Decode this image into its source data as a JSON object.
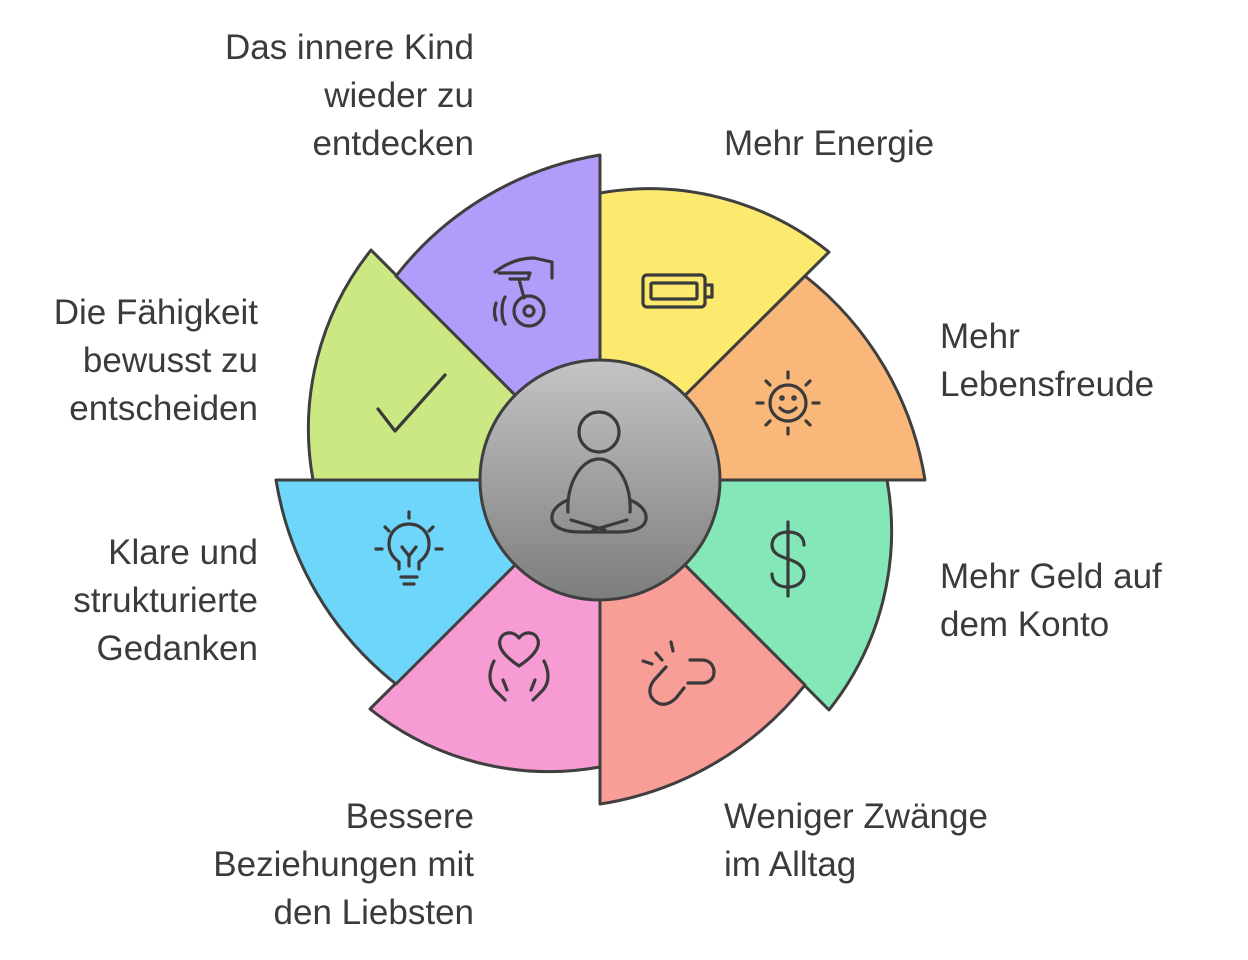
{
  "center": {
    "icon": "meditation-person-icon"
  },
  "segments": [
    {
      "id": "energie",
      "label": "Mehr Energie",
      "color": "#fbea6e",
      "icon": "battery-icon"
    },
    {
      "id": "lebensfreude",
      "label": "Mehr\nLebensfreude",
      "color": "#f9b77a",
      "icon": "smiling-sun-icon"
    },
    {
      "id": "geld",
      "label": "Mehr Geld auf\ndem Konto",
      "color": "#84e7b8",
      "icon": "dollar-icon"
    },
    {
      "id": "zwaenge",
      "label": "Weniger Zwänge\nim Alltag",
      "color": "#f99e97",
      "icon": "broken-link-icon"
    },
    {
      "id": "beziehungen",
      "label": "Bessere\nBeziehungen mit\nden Liebsten",
      "color": "#f69bd3",
      "icon": "heart-in-hands-icon"
    },
    {
      "id": "gedanken",
      "label": "Klare und\nstrukturierte\nGedanken",
      "color": "#6fd6fb",
      "icon": "lightbulb-icon"
    },
    {
      "id": "entscheiden",
      "label": "Die Fähigkeit\nbewusst zu\nentscheiden",
      "color": "#cbe883",
      "icon": "checkmark-icon"
    },
    {
      "id": "innere-kind",
      "label": "Das innere Kind\nwieder zu\nentdecken",
      "color": "#b19df9",
      "icon": "yoyo-hand-icon"
    }
  ]
}
